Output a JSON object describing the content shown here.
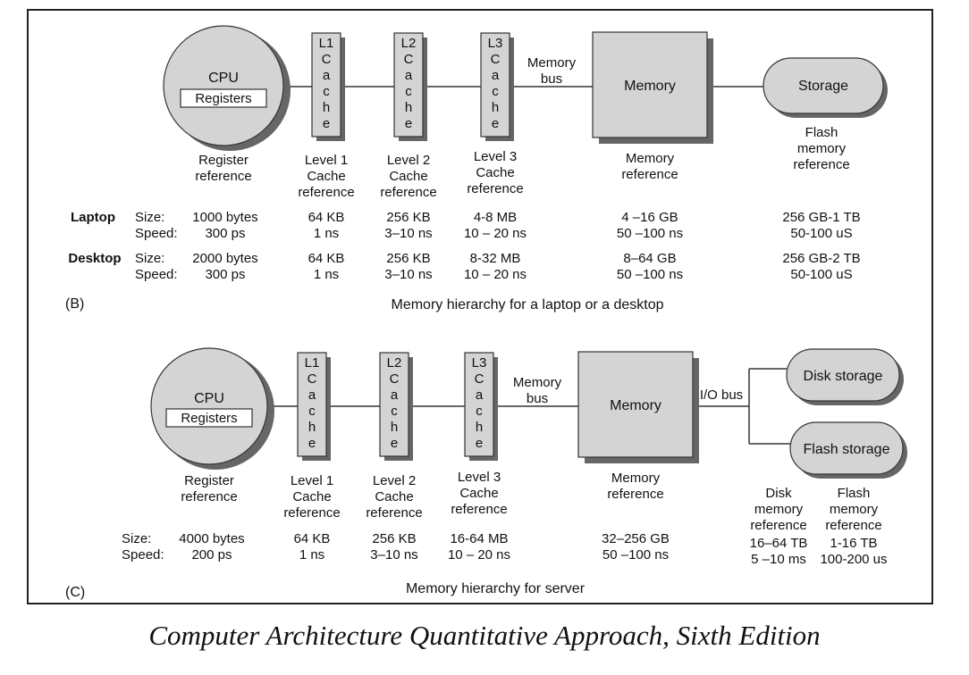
{
  "caption": "Computer Architecture Quantitative Approach, Sixth Edition",
  "colors": {
    "box_fill": "#d4d4d4",
    "shadow": "#666666",
    "line": "#333333"
  },
  "panel_b": {
    "label": "(B)",
    "title": "Memory hierarchy for a laptop or a desktop",
    "cpu": {
      "label": "CPU",
      "registers": "Registers"
    },
    "caches": [
      {
        "letters": [
          "L1",
          "C",
          "a",
          "c",
          "h",
          "e"
        ],
        "ref": [
          "Level 1",
          "Cache",
          "reference"
        ]
      },
      {
        "letters": [
          "L2",
          "C",
          "a",
          "c",
          "h",
          "e"
        ],
        "ref": [
          "Level 2",
          "Cache",
          "reference"
        ]
      },
      {
        "letters": [
          "L3",
          "C",
          "a",
          "c",
          "h",
          "e"
        ],
        "ref": [
          "Level 3",
          "Cache",
          "reference"
        ]
      }
    ],
    "bus": [
      "Memory",
      "bus"
    ],
    "memory": "Memory",
    "storage": "Storage",
    "refs": {
      "register": [
        "Register",
        "reference"
      ],
      "memory": [
        "Memory",
        "reference"
      ],
      "flash": [
        "Flash",
        "memory",
        "reference"
      ]
    },
    "rows": [
      {
        "name": "Laptop",
        "size_label": "Size:",
        "speed_label": "Speed:",
        "sizes": [
          "1000 bytes",
          "64 KB",
          "256 KB",
          "4-8 MB",
          "4 –16 GB",
          "256 GB-1 TB"
        ],
        "speeds": [
          "300 ps",
          "1 ns",
          "3–10 ns",
          "10 – 20 ns",
          "50 –100 ns",
          "50-100 uS"
        ]
      },
      {
        "name": "Desktop",
        "size_label": "Size:",
        "speed_label": "Speed:",
        "sizes": [
          "2000 bytes",
          "64 KB",
          "256 KB",
          "8-32  MB",
          "8–64 GB",
          "256 GB-2 TB"
        ],
        "speeds": [
          "300 ps",
          "1 ns",
          "3–10 ns",
          "10 – 20 ns",
          "50 –100 ns",
          "50-100 uS"
        ]
      }
    ]
  },
  "panel_c": {
    "label": "(C)",
    "title": "Memory hierarchy for server",
    "cpu": {
      "label": "CPU",
      "registers": "Registers"
    },
    "caches": [
      {
        "letters": [
          "L1",
          "C",
          "a",
          "c",
          "h",
          "e"
        ],
        "ref": [
          "Level 1",
          "Cache",
          "reference"
        ]
      },
      {
        "letters": [
          "L2",
          "C",
          "a",
          "c",
          "h",
          "e"
        ],
        "ref": [
          "Level 2",
          "Cache",
          "reference"
        ]
      },
      {
        "letters": [
          "L3",
          "C",
          "a",
          "c",
          "h",
          "e"
        ],
        "ref": [
          "Level 3",
          "Cache",
          "reference"
        ]
      }
    ],
    "bus": [
      "Memory",
      "bus"
    ],
    "memory": "Memory",
    "io_bus": "I/O bus",
    "disk": "Disk storage",
    "flash": "Flash storage",
    "refs": {
      "register": [
        "Register",
        "reference"
      ],
      "memory": [
        "Memory",
        "reference"
      ],
      "disk": [
        "Disk",
        "memory",
        "reference"
      ],
      "flash": [
        "Flash",
        "memory",
        "reference"
      ]
    },
    "size_label": "Size:",
    "speed_label": "Speed:",
    "sizes": [
      "4000 bytes",
      "64 KB",
      "256 KB",
      "16-64 MB",
      "32–256 GB",
      "16–64 TB",
      "1-16 TB"
    ],
    "speeds": [
      "200 ps",
      "1 ns",
      "3–10 ns",
      "10 – 20 ns",
      "50 –100 ns",
      "5 –10 ms",
      "100-200 us"
    ]
  }
}
